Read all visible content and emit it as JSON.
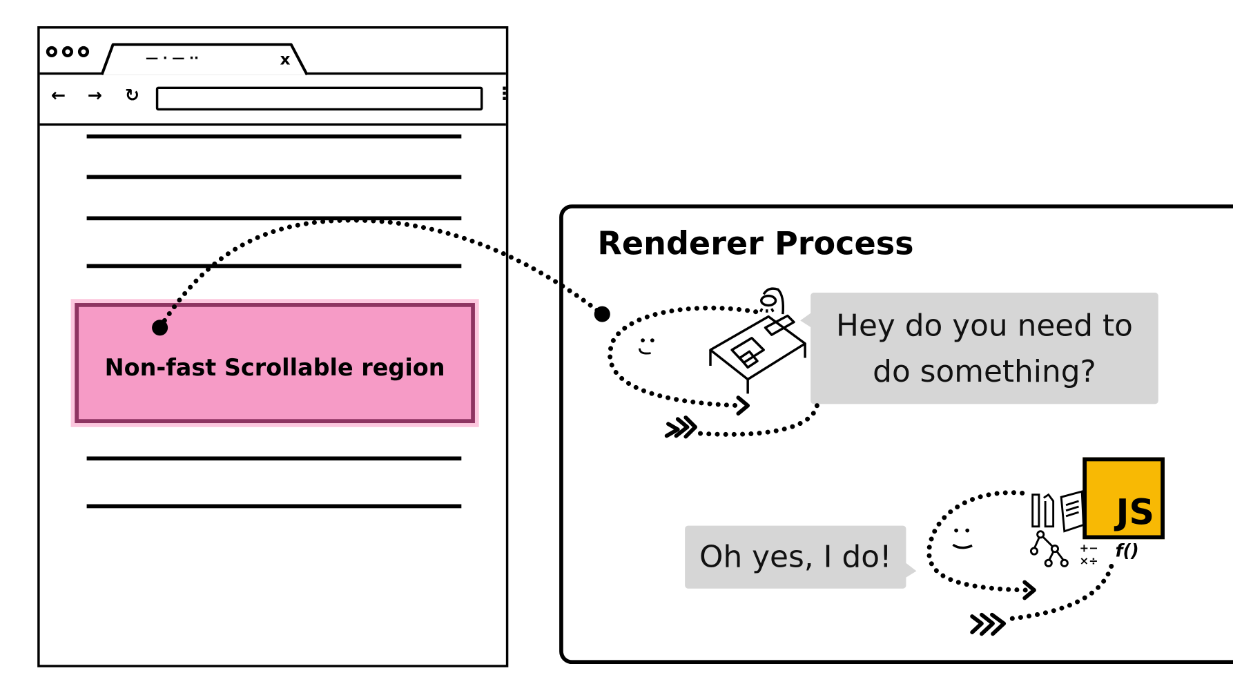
{
  "browser": {
    "window_controls": [
      "close",
      "minimize",
      "maximize"
    ],
    "tab": {
      "title_placeholder": "— · — ··",
      "close_glyph": "x"
    },
    "toolbar": {
      "back_glyph": "←",
      "forward_glyph": "→",
      "reload_glyph": "↻",
      "address_value": "",
      "menu_glyph": "⋮"
    },
    "content_lines_above": 4,
    "content_lines_below": 2,
    "highlight_region": {
      "label": "Non-fast Scrollable region",
      "fill_color": "#f69bc6",
      "border_color": "#8e3461"
    }
  },
  "renderer": {
    "title": "Renderer Process",
    "compositor_speech": "Hey do you need to do something?",
    "compositor_speech_lines": [
      "Hey do you need to",
      "do something?"
    ],
    "main_thread_speech": "Oh yes, I do!",
    "js_badge": {
      "label": "JS",
      "color": "#f8b904"
    },
    "math_symbols": "+−×÷",
    "function_glyph": "f()"
  },
  "icons": {
    "compositor_desk": "desk-with-lamp-icon",
    "main_thread_tools": "ruler-pencil-book-icon",
    "tree": "dom-tree-icon",
    "connector": "dotted-arrow-connector"
  }
}
